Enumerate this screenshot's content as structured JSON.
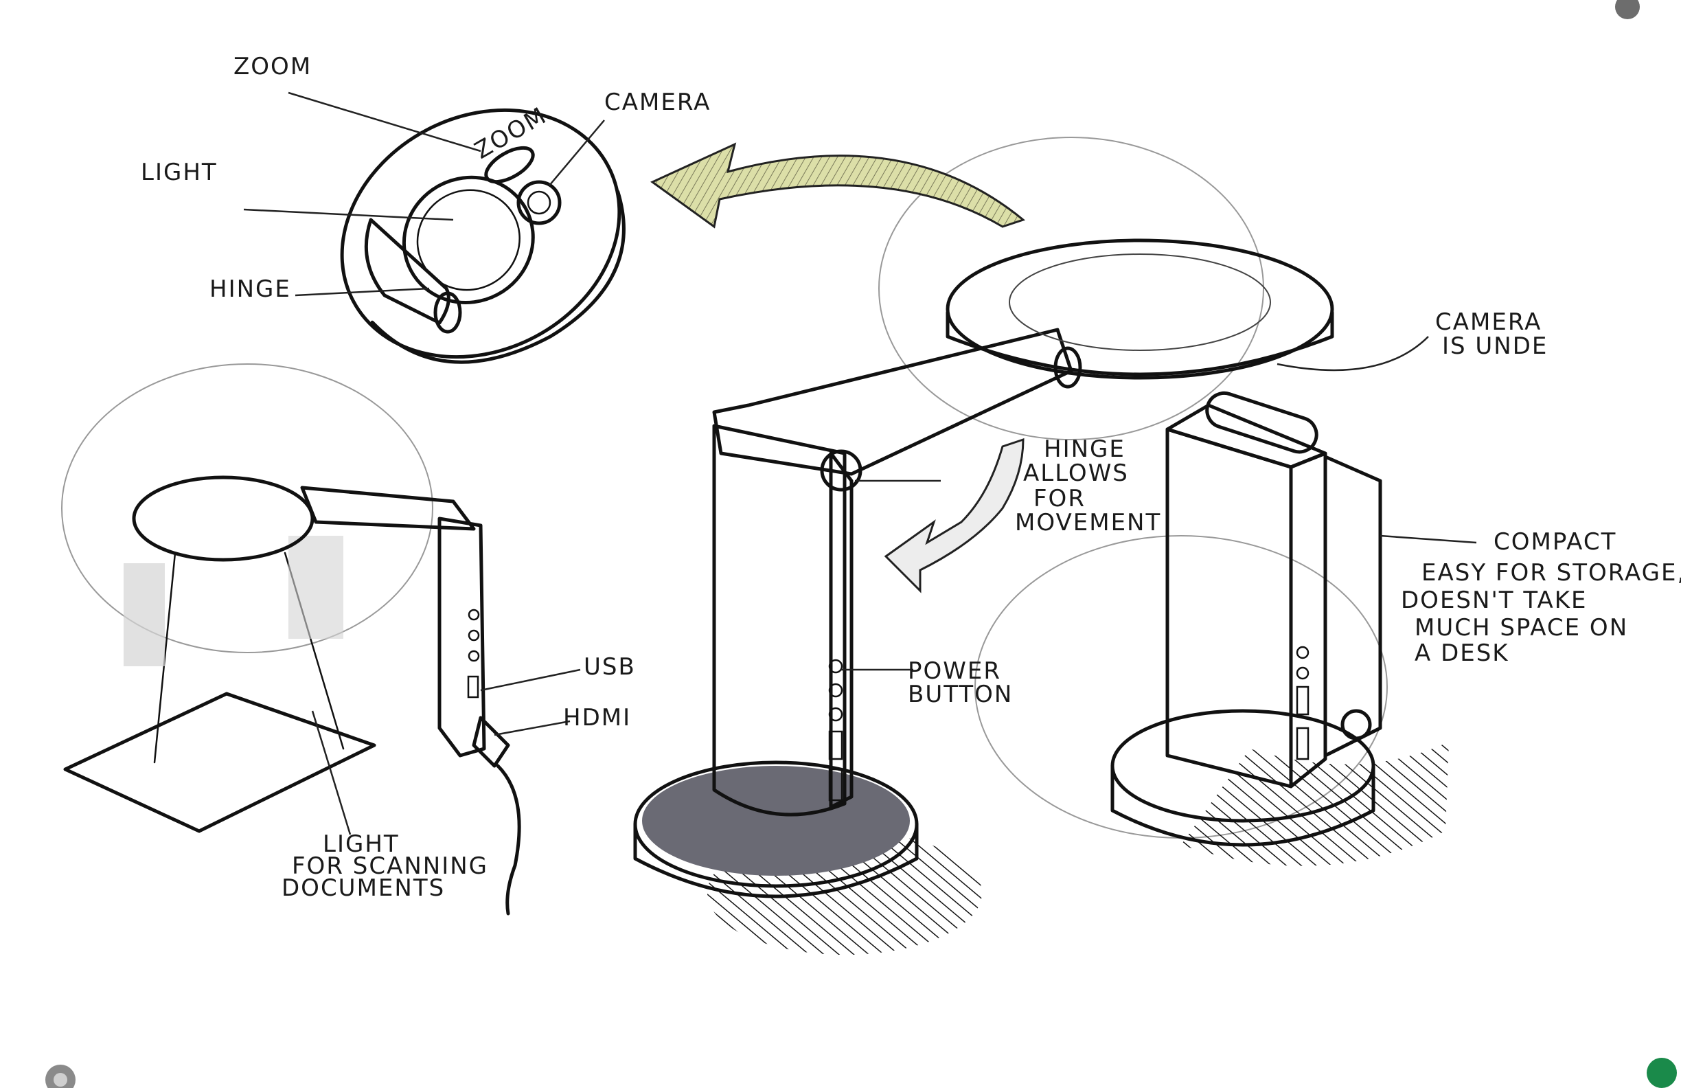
{
  "labels": {
    "zoom": "ZOOM",
    "camera": "CAMERA",
    "light": "LIGHT",
    "hinge": "HINGE",
    "zoom_button": "ZOOM",
    "camera_underneath_1": "CAMERA",
    "camera_underneath_2": "IS UNDE",
    "hinge_allows_1": "HINGE",
    "hinge_allows_2": "ALLOWS",
    "hinge_allows_3": "FOR",
    "hinge_allows_4": "MOVEMENT",
    "power_1": "POWER",
    "power_2": "BUTTON",
    "usb": "USB",
    "hdmi": "HDMI",
    "compact_1": "COMPACT",
    "compact_2": "EASY FOR STORAGE,",
    "compact_3": "DOESN'T TAKE",
    "compact_4": "MUCH SPACE ON",
    "compact_5": "A DESK",
    "scan_1": "LIGHT",
    "scan_2": "FOR SCANNING",
    "scan_3": "DOCUMENTS"
  },
  "colors": {
    "paper": "#ffffff",
    "ink": "#111111",
    "arrow_fill": "#d9dba6",
    "blue_shade": "#8f93c4",
    "grey_shade": "#9a9aa6",
    "dark_base": "#3a3a40"
  }
}
